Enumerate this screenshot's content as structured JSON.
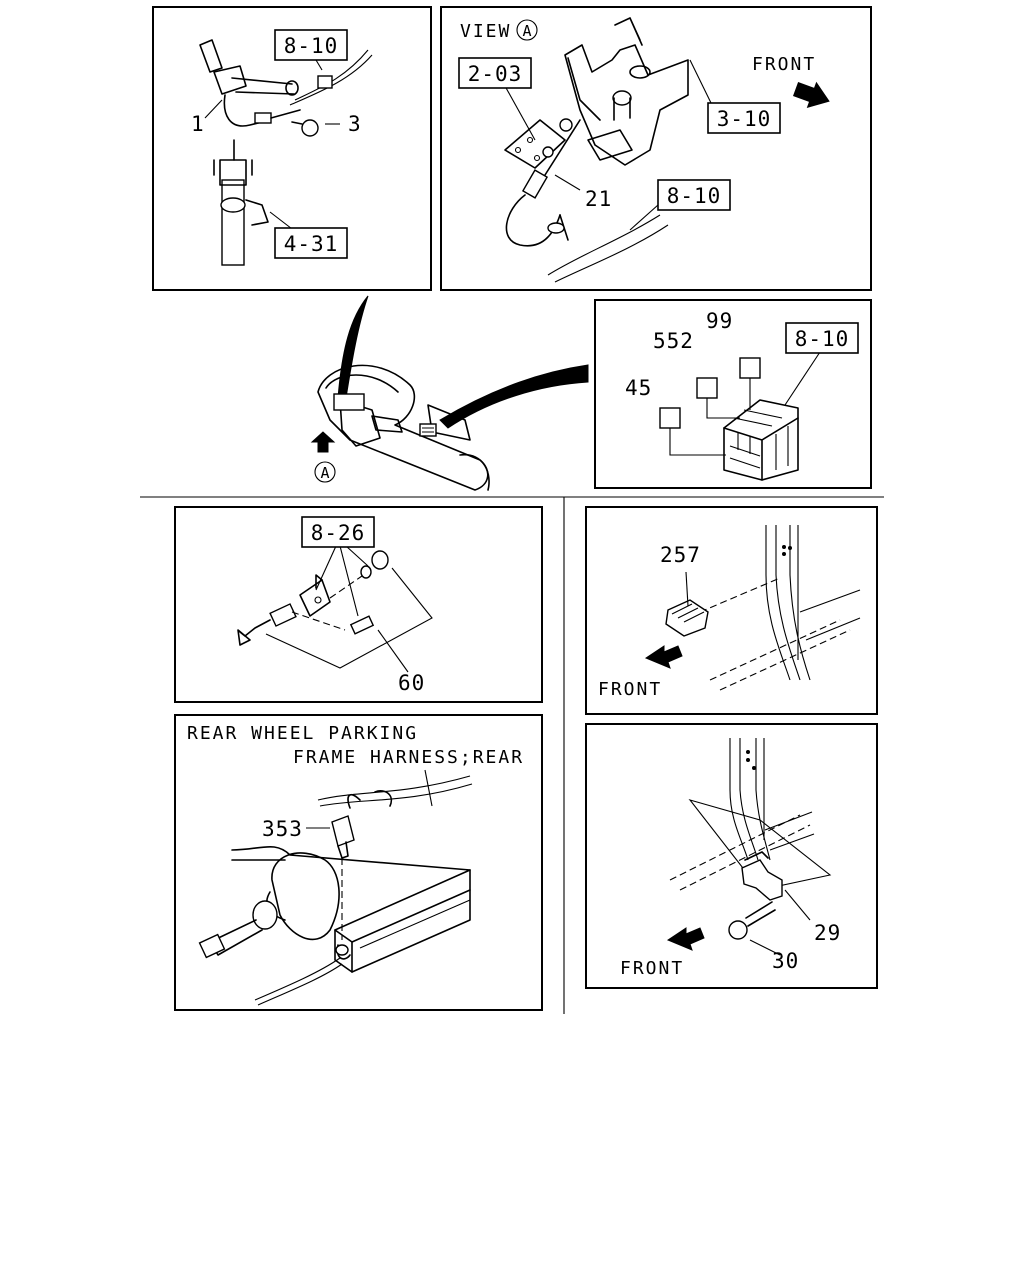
{
  "refs": {
    "topleft_harness": "8-10",
    "topleft_column": "4-31",
    "view_bracket": "2-03",
    "view_crossmember": "3-10",
    "view_harness": "8-10",
    "relay_block": "8-10",
    "switch_panel": "8-26"
  },
  "parts": {
    "p1": "1",
    "p3": "3",
    "p21": "21",
    "p99": "99",
    "p552": "552",
    "p45": "45",
    "p60": "60",
    "p257": "257",
    "p353": "353",
    "p29": "29",
    "p30": "30"
  },
  "captions": {
    "view_a": "VIEW",
    "view_marker": "A",
    "marker_a": "A",
    "front": "FRONT",
    "rear_wheel_parking": "REAR WHEEL PARKING",
    "frame_harness_rear": "FRAME HARNESS;REAR"
  }
}
